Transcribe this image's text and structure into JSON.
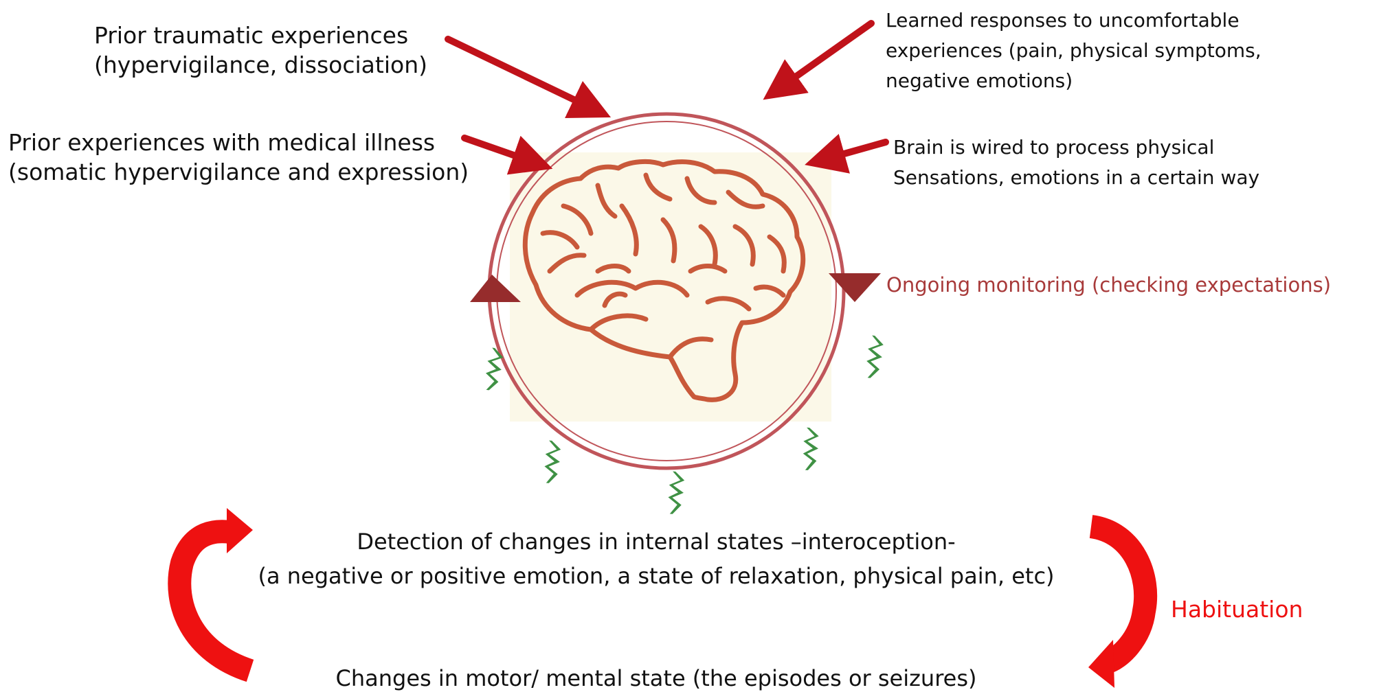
{
  "factors": {
    "trauma": {
      "line1": "Prior traumatic experiences",
      "line2": "(hypervigilance, dissociation)"
    },
    "medical": {
      "line1": "Prior experiences with medical illness",
      "line2": "(somatic hypervigilance and expression)"
    },
    "learned": {
      "line1": "Learned responses to uncomfortable",
      "line2": "experiences (pain, physical symptoms,",
      "line3": "negative emotions)"
    },
    "wired": {
      "line1": "Brain is wired to process physical",
      "line2": "Sensations, emotions in a certain way"
    }
  },
  "monitoring": "Ongoing monitoring (checking expectations)",
  "detection": {
    "line1": "Detection of changes in internal states –interoception-",
    "line2": "(a negative or positive emotion, a state of relaxation, physical pain, etc)"
  },
  "changes": "Changes in motor/ mental state (the episodes or seizures)",
  "habituation": "Habituation",
  "colors": {
    "influence_arrow": "#c0121a",
    "circle": "#c0555a",
    "brain_stroke": "#c9593a",
    "brain_bg": "#fbf8e8",
    "triangle": "#962c2c",
    "signal": "#3f9144",
    "cycle_arrow": "#ee1111",
    "monitoring_text": "#a83a3a"
  },
  "icons": [
    "brain-icon",
    "signal-zigzag-icon",
    "triangle-marker-icon",
    "curved-arrow-icon"
  ]
}
